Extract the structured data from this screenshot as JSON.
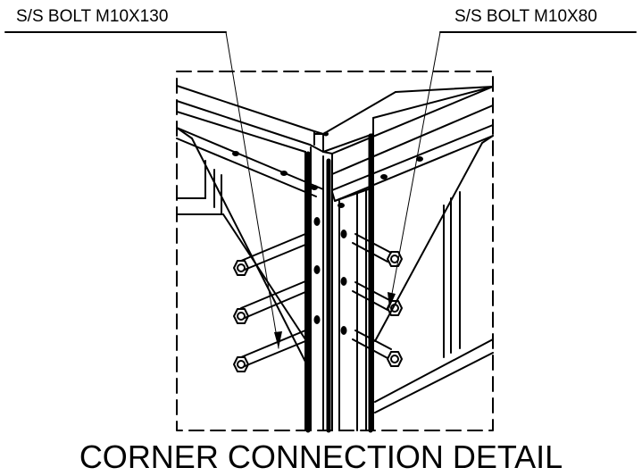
{
  "labels": {
    "left_callout": "S/S BOLT M10X130",
    "right_callout": "S/S BOLT M10X80"
  },
  "title": "CORNER CONNECTION DETAIL"
}
